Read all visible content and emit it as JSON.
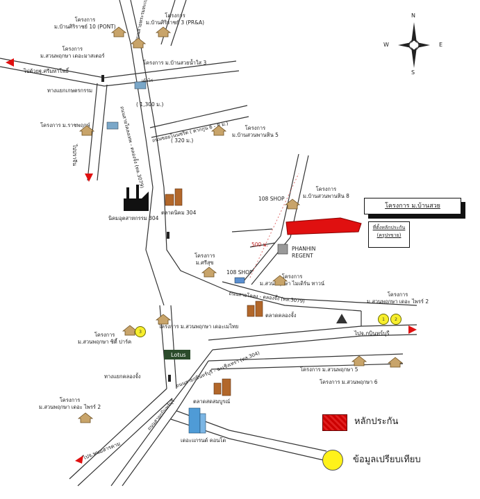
{
  "compass": {
    "n": "N",
    "s": "S",
    "e": "E",
    "w": "W"
  },
  "project": {
    "title": "โครงการ ม.บ้านสวย",
    "site_label": "ที่ตั้งหลักประกัน",
    "site_sub": "(ครูปรขาย)"
  },
  "roads": {
    "top_vertical": "ถนนสายพระรมทะเบน ปพ.5009",
    "diag_main": "ถนนสายโคลงเทพ - ตลองจั้ง (ทล.3079)",
    "kratum": "ถนนซอยโนนซริต ( ตากกูน 6 - 8 ม.)",
    "bottom_main": "ถนนสายโคลง - ตลองจั้ง (ทล.3079)",
    "ptt_road": "ถนนสายกบินทร์บุรี - ฉะเชิงเทรา (ทล.304)",
    "phanom_road": "ถนนสายกบินทร์บุรี"
  },
  "directions": {
    "to_sriracha": "ไปต้วยฐ.ศรีมหาโพธิ์",
    "to_prachin": "ไปปราจีน",
    "to_kabin": "ไปจ.กบินทร์บุรี",
    "to_phanom": "ไปจ.พนมสารคาม"
  },
  "labels": {
    "proj_siri10": "โครงการ\nม.บ้านศิริราชย์ 10 (PONT)",
    "proj_siri_pt": "โครงการ\nม.บ้านศิริราชย์ 3 (PR&A)",
    "proj_suan_master": "โครงการ\nม.สวนพฤกษา เดอะมาสเตอร์",
    "proj_nam_sai3": "โครงการ ม.บ้านสวยน้ำใส 3",
    "kaset_junction": "ทางแยกเกษตรกรรม",
    "proj_rachaphruek": "โครงการ ม.ราชพฤกษ์",
    "gas": "เต้าไก่",
    "dist_1300": "( 1,300 ม.)",
    "dist_320": "( 320 ม.)",
    "proj_phan5": "โครงการ\nม.บ้านสวนพานหิน 5",
    "shop108_top": "108 SHOP",
    "proj_phan8": "โครงการ\nม.บ้านสวนพานหิน 8",
    "factory": "นิคมอุตสาหกรรม 304",
    "market304": "ตลาดนิคม 304",
    "dist_500": "500 ม.",
    "phanhin": "PHANHIN\nREGENT",
    "proj_mansak": "โครงการ\nม.ศรีสุข",
    "shop108_bot": "108 SHOP",
    "proj_suan_mansion": "โครงการ\nม.สวนพฤกษา ไมเดิร์น ทาวน์",
    "proj_free2_right": "โครงการ\nม.สวนพฤกษา เดอะ ไพรร์ 2",
    "market_klong": "ตลาดคลองจั้ง",
    "proj_suan_ville_left": "โครงการ\nม.สวนพฤกษา ซิตี้ ปาร์ค",
    "proj_suan_mahod": "โครงการ\nม.สวนพฤกษา เดอะเมไทย",
    "lotus": "Lotus",
    "junction_klong": "ทางแยกคลองจั้ง",
    "proj_suan5": "โครงการ ม.สวนพฤกษา 5",
    "proj_suan6": "โครงการ ม.สวนพฤกษา 6",
    "proj_free2_left": "โครงการ\nม.สวนพฤกษา เดอะ ไพรร์ 2",
    "market_sombun": "ตลาดสดสมบูรณ์",
    "condo": "เดอะแกรนด์ คอนโด"
  },
  "legend": {
    "collateral": "หลักประกัน",
    "comparison": "ข้อมูลเปรียบเทียบ"
  },
  "colors": {
    "road": "#333333",
    "collateral_red": "#e01010",
    "coin_yellow": "#fff21a",
    "house_orange": "#c8a46a"
  }
}
